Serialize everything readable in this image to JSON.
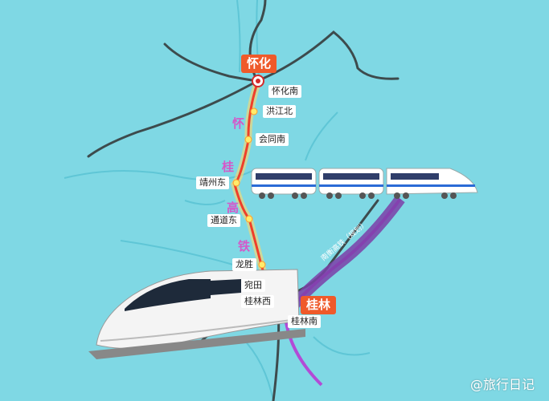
{
  "hubs": [
    {
      "id": "huaihua",
      "label": "怀化"
    },
    {
      "id": "guilin",
      "label": "桂林"
    }
  ],
  "stations": [
    {
      "id": "huaihuanan",
      "label": "怀化南"
    },
    {
      "id": "hongjiangbei",
      "label": "洪江北"
    },
    {
      "id": "huitongnan",
      "label": "会同南"
    },
    {
      "id": "jingzhoudong",
      "label": "靖州东"
    },
    {
      "id": "tongdaodong",
      "label": "通道东"
    },
    {
      "id": "longsheng",
      "label": "龙胜"
    },
    {
      "id": "yuantian",
      "label": "宛田"
    },
    {
      "id": "guilinxi",
      "label": "桂林西"
    },
    {
      "id": "guilinnan",
      "label": "桂林南"
    }
  ],
  "line_name_chars": [
    "怀",
    "桂",
    "高",
    "铁"
  ],
  "planned_line_label": "南衡高铁（规划）",
  "watermark": "@旅行日记",
  "colors": {
    "water": "#7fd8e4",
    "river": "#5ec2d4",
    "rail": "#3a4a4c",
    "main_line": "#ef3f2a",
    "main_glow": "#ffcc55",
    "planned_line": "#7b3fa8",
    "hub": "#ef5a2a",
    "line_chars": "#d458c9"
  }
}
